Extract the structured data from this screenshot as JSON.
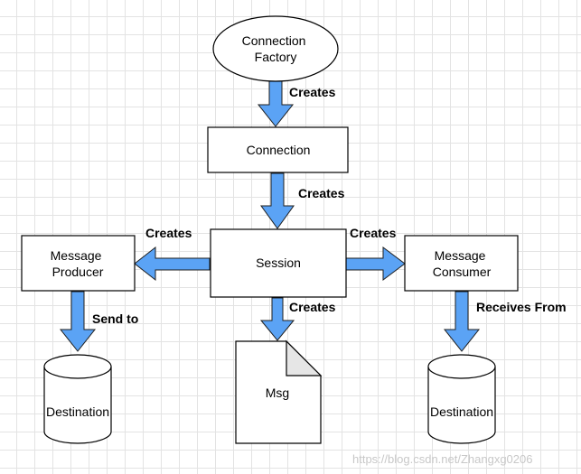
{
  "nodes": {
    "connection_factory": [
      "Connection",
      "Factory"
    ],
    "connection": [
      "Connection"
    ],
    "session": [
      "Session"
    ],
    "producer": [
      "Message",
      "Producer"
    ],
    "consumer": [
      "Message",
      "Consumer"
    ],
    "msg": [
      "Msg"
    ],
    "dest_left": [
      "Destination"
    ],
    "dest_right": [
      "Destination"
    ]
  },
  "edges": {
    "factory_to_connection": "Creates",
    "connection_to_session": "Creates",
    "session_to_producer": "Creates",
    "session_to_consumer": "Creates",
    "session_to_msg": "Creates",
    "producer_to_destination": "Send to",
    "consumer_from_destination": "Receives From"
  },
  "watermark": "https://blog.csdn.net/Zhangxg0206",
  "colors": {
    "arrow_fill": "#5ba3f5",
    "grid_line": "#e3e3e3"
  }
}
